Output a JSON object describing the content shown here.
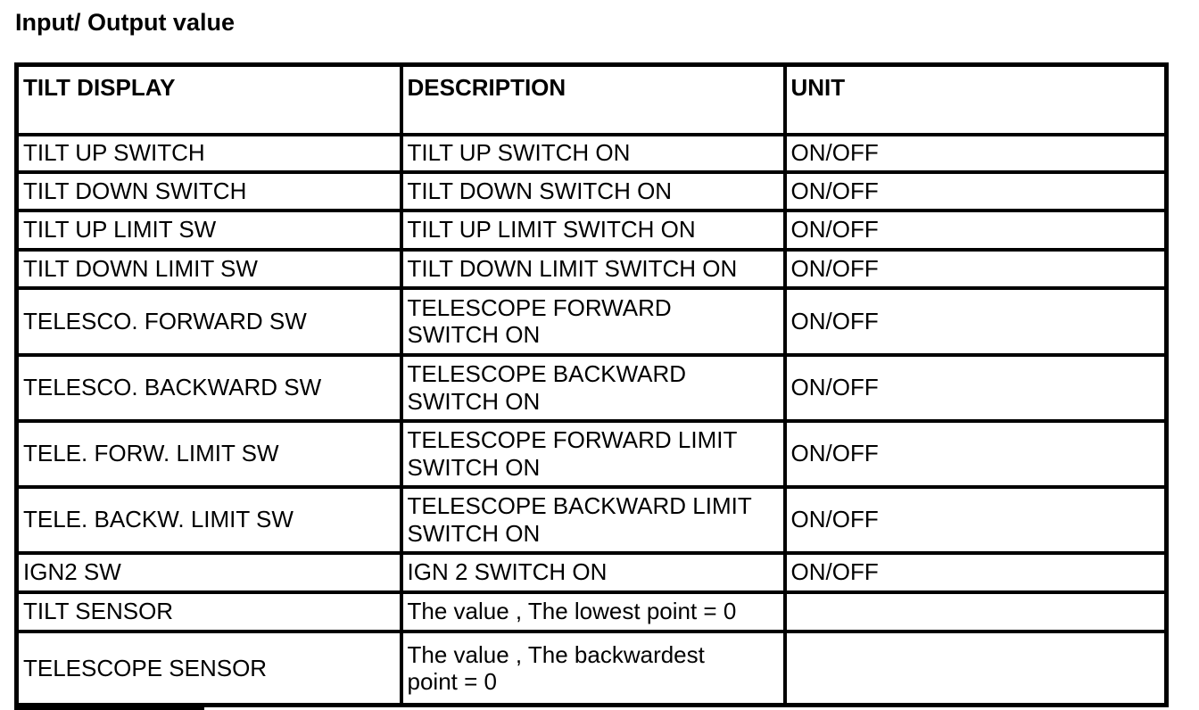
{
  "page_title": "Input/ Output value",
  "table": {
    "columns": {
      "display": "TILT DISPLAY",
      "description": "DESCRIPTION",
      "unit": "UNIT"
    },
    "rows": [
      {
        "display": "TILT UP SWITCH",
        "description": "TILT UP SWITCH ON",
        "unit": "ON/OFF"
      },
      {
        "display": "TILT DOWN SWITCH",
        "description": "TILT DOWN SWITCH ON",
        "unit": "ON/OFF"
      },
      {
        "display": "TILT UP LIMIT SW",
        "description": "TILT UP LIMIT SWITCH ON",
        "unit": "ON/OFF"
      },
      {
        "display": "TILT DOWN LIMIT SW",
        "description": "TILT DOWN LIMIT SWITCH ON",
        "unit": "ON/OFF"
      },
      {
        "display": "TELESCO. FORWARD SW",
        "description": "TELESCOPE FORWARD\nSWITCH ON",
        "unit": "ON/OFF"
      },
      {
        "display": "TELESCO. BACKWARD SW",
        "description": "TELESCOPE BACKWARD\nSWITCH ON",
        "unit": "ON/OFF"
      },
      {
        "display": "TELE. FORW. LIMIT SW",
        "description": "TELESCOPE FORWARD LIMIT\nSWITCH ON",
        "unit": "ON/OFF"
      },
      {
        "display": "TELE. BACKW. LIMIT SW",
        "description": "TELESCOPE BACKWARD LIMIT\nSWITCH ON",
        "unit": "ON/OFF"
      },
      {
        "display": "IGN2 SW",
        "description": "IGN 2 SWITCH ON",
        "unit": "ON/OFF"
      },
      {
        "display": "TILT SENSOR",
        "description": "The value , The lowest point = 0",
        "unit": ""
      },
      {
        "display": "TELESCOPE SENSOR",
        "description": "The value , The backwardest\npoint = 0",
        "unit": ""
      }
    ]
  }
}
